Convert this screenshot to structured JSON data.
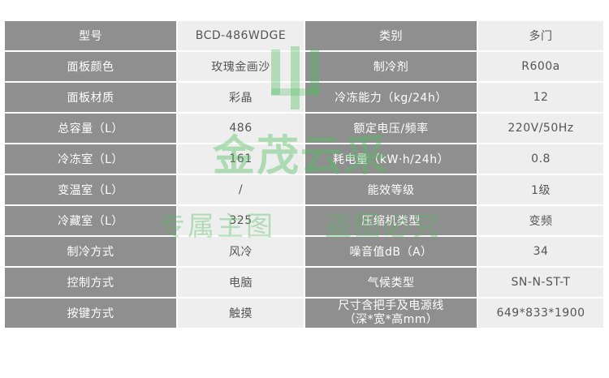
{
  "rows": [
    {
      "label1": "型号",
      "value1": "BCD-486WDGE",
      "label2": "类别",
      "value2": "多门"
    },
    {
      "label1": "面板颜色",
      "value1": "玫瑰金画沙",
      "label2": "制冷剂",
      "value2": "R600a"
    },
    {
      "label1": "面板材质",
      "value1": "彩晶",
      "label2": "冷冻能力（kg/24h）",
      "value2": "12"
    },
    {
      "label1": "总容量（L）",
      "value1": "486",
      "label2": "额定电压/频率",
      "value2": "220V/50Hz"
    },
    {
      "label1": "冷冻室（L）",
      "value1": "161",
      "label2": "耗电量（kW·h/24h）",
      "value2": "0.8"
    },
    {
      "label1": "变温室（L）",
      "value1": "/",
      "label2": "能效等级",
      "value2": "1级"
    },
    {
      "label1": "冷藏室（L）",
      "value1": "325",
      "label2": "压缩机类型",
      "value2": "变频"
    },
    {
      "label1": "制冷方式",
      "value1": "风冷",
      "label2": "噪音值dB（A）",
      "value2": "34"
    },
    {
      "label1": "控制方式",
      "value1": "电脑",
      "label2": "气候类型",
      "value2": "SN-N-ST-T"
    },
    {
      "label1": "按键方式",
      "value1": "触摸",
      "label2_line1": "尺寸含把手及电源线",
      "label2_line2": "（深*宽*高mm）",
      "value2": "649*833*1900"
    }
  ],
  "watermark": {
    "brand": "金茂云采",
    "left_text": "专属主图",
    "right_text": "盗图必究",
    "color": "#50be5f"
  },
  "colors": {
    "label_bg": "#8f8f8f",
    "value_bg": "#eeeeee",
    "label_text": "#ffffff",
    "value_text": "#555555"
  }
}
